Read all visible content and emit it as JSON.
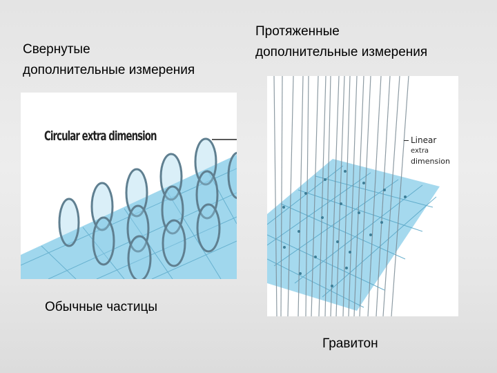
{
  "labels": {
    "curled_title_line1": "Свернутые",
    "curled_title_line2": "дополнительные измерения",
    "extended_title_line1": "Протяженные",
    "extended_title_line2": "дополнительные измерения",
    "ordinary_particles": "Обычные частицы",
    "graviton": "Гравитон"
  },
  "left_image": {
    "caption": "Circular extra dimension"
  },
  "right_image": {
    "caption_line1": "Linear",
    "caption_line2": "extra",
    "caption_line3": "dimension"
  },
  "colors": {
    "plane_fill": "#8fd0ea",
    "grid_line": "#5aa8c8",
    "ring_stroke": "#5f7f90",
    "fiber_stroke": "#7a8a94"
  }
}
